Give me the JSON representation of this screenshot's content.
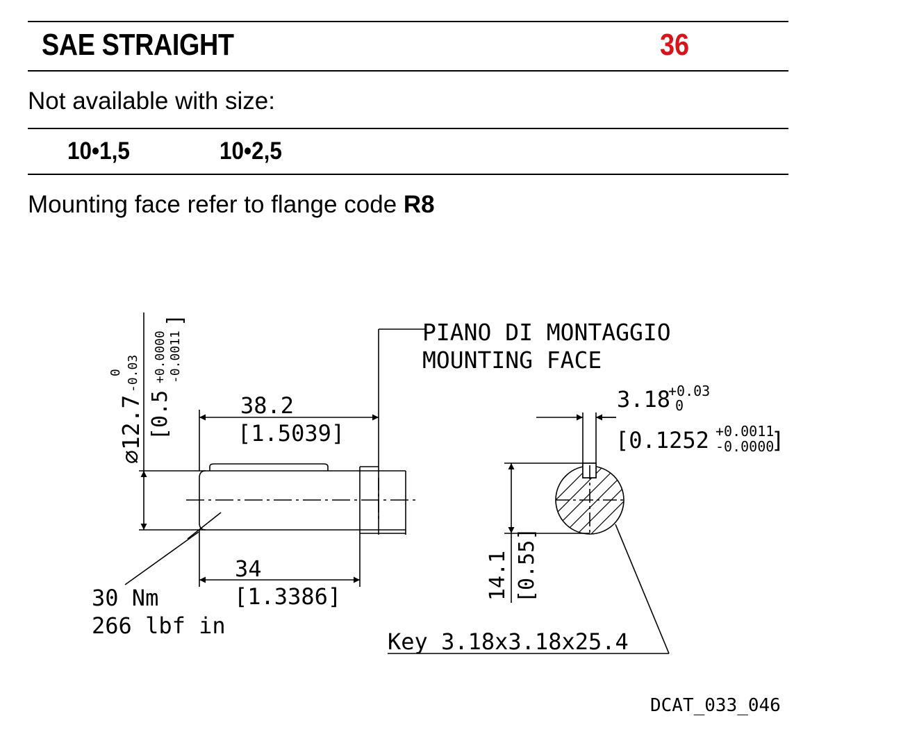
{
  "header": {
    "title": "SAE STRAIGHT",
    "code": "36",
    "code_color": "#d7141a"
  },
  "availability": {
    "label": "Not available with size:",
    "sizes": [
      "10•1,5",
      "10•2,5"
    ]
  },
  "mounting": {
    "text": "Mounting face refer to flange code ",
    "flange_code": "R8"
  },
  "drawing": {
    "diameter_mm": "⌀12.7",
    "diameter_tol_upper_mm": "0",
    "diameter_tol_lower_mm": "-0.03",
    "diameter_in_open": "[0.5",
    "diameter_tol_upper_in": "+0.0000",
    "diameter_tol_lower_in": "-0.0011",
    "diameter_in_close": "]",
    "length_total_mm": "38.2",
    "length_total_in": "[1.5039]",
    "length_key_mm": "34",
    "length_key_in": "[1.3386]",
    "mounting_face_it": "PIANO DI MONTAGGIO",
    "mounting_face_en": "MOUNTING FACE",
    "key_width_mm": "3.18",
    "key_width_tol_upper_mm": "+0.03",
    "key_width_tol_lower_mm": "0",
    "key_width_in_open": "[0.1252",
    "key_width_tol_upper_in": "+0.0011",
    "key_width_tol_lower_in": "-0.0000",
    "key_width_in_close": "]",
    "key_height_mm": "14.1",
    "key_height_in": "[0.55]",
    "torque_nm": "30 Nm",
    "torque_lbf": "266 lbf in",
    "key_spec": "Key 3.18x3.18x25.4",
    "drawing_id": "DCAT_033_046"
  }
}
